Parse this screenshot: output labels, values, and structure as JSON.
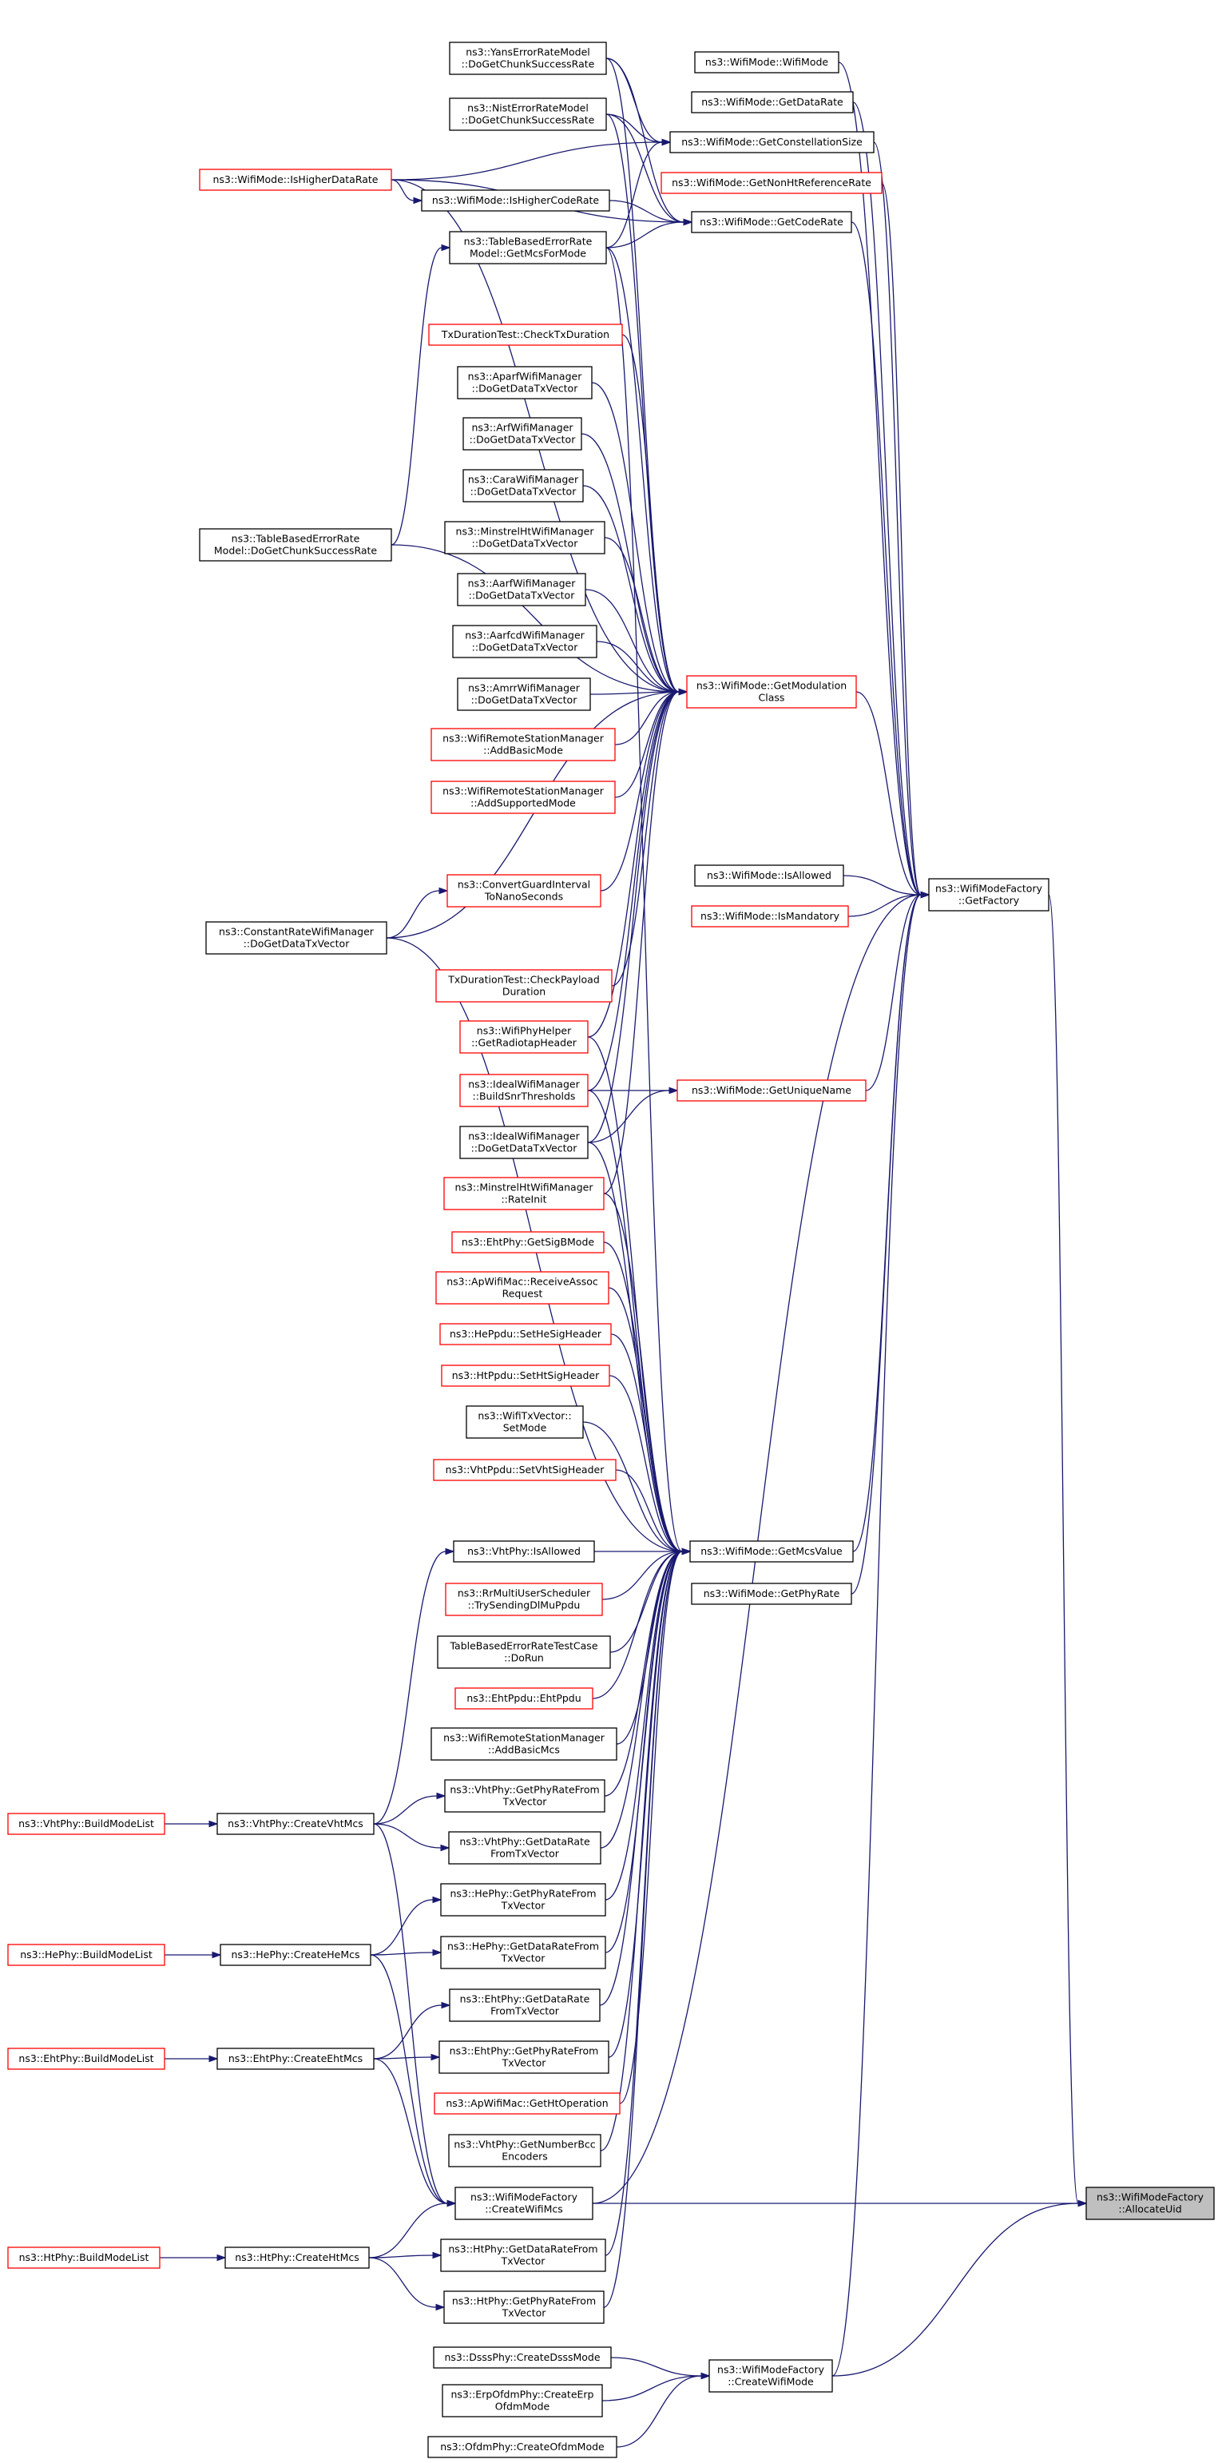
{
  "colors": {
    "edge": "#191970",
    "normal_border": "#000000",
    "incomplete_border": "#ff0000",
    "focus_fill": "#bfbfbf"
  },
  "nodes": {
    "yans": {
      "lines": [
        "ns3::YansErrorRateModel",
        "::DoGetChunkSuccessRate"
      ],
      "style": "black"
    },
    "nist": {
      "lines": [
        "ns3::NistErrorRateModel",
        "::DoGetChunkSuccessRate"
      ],
      "style": "black"
    },
    "ishigherdatarate": {
      "lines": [
        "ns3::WifiMode::IsHigherDataRate"
      ],
      "style": "red"
    },
    "ishighercoderate": {
      "lines": [
        "ns3::WifiMode::IsHigherCodeRate"
      ],
      "style": "black"
    },
    "tbgetmcsformode": {
      "lines": [
        "ns3::TableBasedErrorRate",
        "Model::GetMcsForMode"
      ],
      "style": "black"
    },
    "txdurcheck": {
      "lines": [
        "TxDurationTest::CheckTxDuration"
      ],
      "style": "red"
    },
    "aparf": {
      "lines": [
        "ns3::AparfWifiManager",
        "::DoGetDataTxVector"
      ],
      "style": "black"
    },
    "arf": {
      "lines": [
        "ns3::ArfWifiManager",
        "::DoGetDataTxVector"
      ],
      "style": "black"
    },
    "cara": {
      "lines": [
        "ns3::CaraWifiManager",
        "::DoGetDataTxVector"
      ],
      "style": "black"
    },
    "minstrelht": {
      "lines": [
        "ns3::MinstrelHtWifiManager",
        "::DoGetDataTxVector"
      ],
      "style": "black"
    },
    "aarf": {
      "lines": [
        "ns3::AarfWifiManager",
        "::DoGetDataTxVector"
      ],
      "style": "black"
    },
    "aarfcd": {
      "lines": [
        "ns3::AarfcdWifiManager",
        "::DoGetDataTxVector"
      ],
      "style": "black"
    },
    "amrr": {
      "lines": [
        "ns3::AmrrWifiManager",
        "::DoGetDataTxVector"
      ],
      "style": "black"
    },
    "tbchunk": {
      "lines": [
        "ns3::TableBasedErrorRate",
        "Model::DoGetChunkSuccessRate"
      ],
      "style": "black"
    },
    "addbasicmode": {
      "lines": [
        "ns3::WifiRemoteStationManager",
        "::AddBasicMode"
      ],
      "style": "red"
    },
    "addsupportedmode": {
      "lines": [
        "ns3::WifiRemoteStationManager",
        "::AddSupportedMode"
      ],
      "style": "red"
    },
    "convertgi": {
      "lines": [
        "ns3::ConvertGuardInterval",
        "ToNanoSeconds"
      ],
      "style": "red"
    },
    "constantrate": {
      "lines": [
        "ns3::ConstantRateWifiManager",
        "::DoGetDataTxVector"
      ],
      "style": "black"
    },
    "txdurpayload": {
      "lines": [
        "TxDurationTest::CheckPayload",
        "Duration"
      ],
      "style": "red"
    },
    "radiotap": {
      "lines": [
        "ns3::WifiPhyHelper",
        "::GetRadiotapHeader"
      ],
      "style": "red"
    },
    "idealsnr": {
      "lines": [
        "ns3::IdealWifiManager",
        "::BuildSnrThresholds"
      ],
      "style": "red"
    },
    "idealtx": {
      "lines": [
        "ns3::IdealWifiManager",
        "::DoGetDataTxVector"
      ],
      "style": "black"
    },
    "minstrelinit": {
      "lines": [
        "ns3::MinstrelHtWifiManager",
        "::RateInit"
      ],
      "style": "red"
    },
    "ehtsigb": {
      "lines": [
        "ns3::EhtPhy::GetSigBMode"
      ],
      "style": "red"
    },
    "apassoc": {
      "lines": [
        "ns3::ApWifiMac::ReceiveAssoc",
        "Request"
      ],
      "style": "red"
    },
    "hesig": {
      "lines": [
        "ns3::HePpdu::SetHeSigHeader"
      ],
      "style": "red"
    },
    "htsig": {
      "lines": [
        "ns3::HtPpdu::SetHtSigHeader"
      ],
      "style": "red"
    },
    "txvsetmode": {
      "lines": [
        "ns3::WifiTxVector::",
        "SetMode"
      ],
      "style": "black"
    },
    "vhtsig": {
      "lines": [
        "ns3::VhtPpdu::SetVhtSigHeader"
      ],
      "style": "red"
    },
    "vhtisallowed": {
      "lines": [
        "ns3::VhtPhy::IsAllowed"
      ],
      "style": "black"
    },
    "rrmulti": {
      "lines": [
        "ns3::RrMultiUserScheduler",
        "::TrySendingDlMuPpdu"
      ],
      "style": "red"
    },
    "tbtest": {
      "lines": [
        "TableBasedErrorRateTestCase",
        "::DoRun"
      ],
      "style": "black"
    },
    "ehtppdu": {
      "lines": [
        "ns3::EhtPpdu::EhtPpdu"
      ],
      "style": "red"
    },
    "addbasicmcs": {
      "lines": [
        "ns3::WifiRemoteStationManager",
        "::AddBasicMcs"
      ],
      "style": "black"
    },
    "vhtphyrate": {
      "lines": [
        "ns3::VhtPhy::GetPhyRateFrom",
        "TxVector"
      ],
      "style": "black"
    },
    "vhtdatarate": {
      "lines": [
        "ns3::VhtPhy::GetDataRate",
        "FromTxVector"
      ],
      "style": "black"
    },
    "hephyrate": {
      "lines": [
        "ns3::HePhy::GetPhyRateFrom",
        "TxVector"
      ],
      "style": "black"
    },
    "hedatarate": {
      "lines": [
        "ns3::HePhy::GetDataRateFrom",
        "TxVector"
      ],
      "style": "black"
    },
    "ehtdatarate": {
      "lines": [
        "ns3::EhtPhy::GetDataRate",
        "FromTxVector"
      ],
      "style": "black"
    },
    "ehtphyrate": {
      "lines": [
        "ns3::EhtPhy::GetPhyRateFrom",
        "TxVector"
      ],
      "style": "black"
    },
    "apht": {
      "lines": [
        "ns3::ApWifiMac::GetHtOperation"
      ],
      "style": "red"
    },
    "vhtbcc": {
      "lines": [
        "ns3::VhtPhy::GetNumberBcc",
        "Encoders"
      ],
      "style": "black"
    },
    "createwifimcs": {
      "lines": [
        "ns3::WifiModeFactory",
        "::CreateWifiMcs"
      ],
      "style": "black"
    },
    "htdatarate": {
      "lines": [
        "ns3::HtPhy::GetDataRateFrom",
        "TxVector"
      ],
      "style": "black"
    },
    "htphyrate": {
      "lines": [
        "ns3::HtPhy::GetPhyRateFrom",
        "TxVector"
      ],
      "style": "black"
    },
    "dsss": {
      "lines": [
        "ns3::DsssPhy::CreateDsssMode"
      ],
      "style": "black"
    },
    "erp": {
      "lines": [
        "ns3::ErpOfdmPhy::CreateErp",
        "OfdmMode"
      ],
      "style": "black"
    },
    "ofdm": {
      "lines": [
        "ns3::OfdmPhy::CreateOfdmMode"
      ],
      "style": "black"
    },
    "vhtbuild": {
      "lines": [
        "ns3::VhtPhy::BuildModeList"
      ],
      "style": "red"
    },
    "hebuild": {
      "lines": [
        "ns3::HePhy::BuildModeList"
      ],
      "style": "red"
    },
    "ehtbuild": {
      "lines": [
        "ns3::EhtPhy::BuildModeList"
      ],
      "style": "red"
    },
    "htbuild": {
      "lines": [
        "ns3::HtPhy::BuildModeList"
      ],
      "style": "red"
    },
    "vhtcreate": {
      "lines": [
        "ns3::VhtPhy::CreateVhtMcs"
      ],
      "style": "black"
    },
    "hecreate": {
      "lines": [
        "ns3::HePhy::CreateHeMcs"
      ],
      "style": "black"
    },
    "ehtcreate": {
      "lines": [
        "ns3::EhtPhy::CreateEhtMcs"
      ],
      "style": "black"
    },
    "htcreate": {
      "lines": [
        "ns3::HtPhy::CreateHtMcs"
      ],
      "style": "black"
    },
    "wifimode": {
      "lines": [
        "ns3::WifiMode::WifiMode"
      ],
      "style": "black"
    },
    "getdatarate": {
      "lines": [
        "ns3::WifiMode::GetDataRate"
      ],
      "style": "black"
    },
    "getconst": {
      "lines": [
        "ns3::WifiMode::GetConstellationSize"
      ],
      "style": "black"
    },
    "getnonht": {
      "lines": [
        "ns3::WifiMode::GetNonHtReferenceRate"
      ],
      "style": "red"
    },
    "getcoderate": {
      "lines": [
        "ns3::WifiMode::GetCodeRate"
      ],
      "style": "black"
    },
    "getmodclass": {
      "lines": [
        "ns3::WifiMode::GetModulation",
        "Class"
      ],
      "style": "red"
    },
    "isallowed": {
      "lines": [
        "ns3::WifiMode::IsAllowed"
      ],
      "style": "black"
    },
    "ismandatory": {
      "lines": [
        "ns3::WifiMode::IsMandatory"
      ],
      "style": "red"
    },
    "getuniquename": {
      "lines": [
        "ns3::WifiMode::GetUniqueName"
      ],
      "style": "red"
    },
    "getmcsvalue": {
      "lines": [
        "ns3::WifiMode::GetMcsValue"
      ],
      "style": "black"
    },
    "getphyrate": {
      "lines": [
        "ns3::WifiMode::GetPhyRate"
      ],
      "style": "black"
    },
    "getfactory": {
      "lines": [
        "ns3::WifiModeFactory",
        "::GetFactory"
      ],
      "style": "black"
    },
    "createwifimode": {
      "lines": [
        "ns3::WifiModeFactory",
        "::CreateWifiMode"
      ],
      "style": "black"
    },
    "allocateuid": {
      "lines": [
        "ns3::WifiModeFactory",
        "::AllocateUid"
      ],
      "style": "focus"
    }
  },
  "edges": [
    [
      "yans",
      "getconst"
    ],
    [
      "yans",
      "getcoderate"
    ],
    [
      "yans",
      "getmodclass"
    ],
    [
      "nist",
      "getconst"
    ],
    [
      "nist",
      "getcoderate"
    ],
    [
      "nist",
      "getmodclass"
    ],
    [
      "ishigherdatarate",
      "ishighercoderate"
    ],
    [
      "ishigherdatarate",
      "getconst"
    ],
    [
      "ishigherdatarate",
      "getcoderate"
    ],
    [
      "ishigherdatarate",
      "getmodclass"
    ],
    [
      "ishighercoderate",
      "getcoderate"
    ],
    [
      "tbgetmcsformode",
      "getconst"
    ],
    [
      "tbgetmcsformode",
      "getcoderate"
    ],
    [
      "tbgetmcsformode",
      "getmodclass"
    ],
    [
      "tbgetmcsformode",
      "getmcsvalue"
    ],
    [
      "tbchunk",
      "tbgetmcsformode"
    ],
    [
      "tbchunk",
      "getmodclass"
    ],
    [
      "txdurcheck",
      "getmodclass"
    ],
    [
      "aparf",
      "getmodclass"
    ],
    [
      "arf",
      "getmodclass"
    ],
    [
      "cara",
      "getmodclass"
    ],
    [
      "minstrelht",
      "getmodclass"
    ],
    [
      "aarf",
      "getmodclass"
    ],
    [
      "aarfcd",
      "getmodclass"
    ],
    [
      "amrr",
      "getmodclass"
    ],
    [
      "addbasicmode",
      "getmodclass"
    ],
    [
      "addsupportedmode",
      "getmodclass"
    ],
    [
      "convertgi",
      "getmodclass"
    ],
    [
      "constantrate",
      "convertgi"
    ],
    [
      "constantrate",
      "getmodclass"
    ],
    [
      "constantrate",
      "getmcsvalue"
    ],
    [
      "txdurpayload",
      "getmodclass"
    ],
    [
      "radiotap",
      "getmodclass"
    ],
    [
      "radiotap",
      "getmcsvalue"
    ],
    [
      "idealsnr",
      "getmodclass"
    ],
    [
      "idealsnr",
      "getuniquename"
    ],
    [
      "idealsnr",
      "getmcsvalue"
    ],
    [
      "idealtx",
      "getmodclass"
    ],
    [
      "idealtx",
      "getuniquename"
    ],
    [
      "idealtx",
      "getmcsvalue"
    ],
    [
      "minstrelinit",
      "getmodclass"
    ],
    [
      "minstrelinit",
      "getmcsvalue"
    ],
    [
      "ehtsigb",
      "getmcsvalue"
    ],
    [
      "apassoc",
      "getmcsvalue"
    ],
    [
      "hesig",
      "getmcsvalue"
    ],
    [
      "htsig",
      "getmcsvalue"
    ],
    [
      "txvsetmode",
      "getmcsvalue"
    ],
    [
      "vhtsig",
      "getmcsvalue"
    ],
    [
      "vhtisallowed",
      "getmcsvalue"
    ],
    [
      "rrmulti",
      "getmcsvalue"
    ],
    [
      "tbtest",
      "getmcsvalue"
    ],
    [
      "ehtppdu",
      "getmcsvalue"
    ],
    [
      "addbasicmcs",
      "getmcsvalue"
    ],
    [
      "vhtphyrate",
      "getmcsvalue"
    ],
    [
      "vhtdatarate",
      "getmcsvalue"
    ],
    [
      "hephyrate",
      "getmcsvalue"
    ],
    [
      "hedatarate",
      "getmcsvalue"
    ],
    [
      "ehtdatarate",
      "getmcsvalue"
    ],
    [
      "ehtphyrate",
      "getmcsvalue"
    ],
    [
      "apht",
      "getmcsvalue"
    ],
    [
      "vhtbcc",
      "getmcsvalue"
    ],
    [
      "htdatarate",
      "getmcsvalue"
    ],
    [
      "htphyrate",
      "getmcsvalue"
    ],
    [
      "vhtbuild",
      "vhtcreate"
    ],
    [
      "hebuild",
      "hecreate"
    ],
    [
      "ehtbuild",
      "ehtcreate"
    ],
    [
      "htbuild",
      "htcreate"
    ],
    [
      "vhtcreate",
      "vhtisallowed"
    ],
    [
      "vhtcreate",
      "vhtphyrate"
    ],
    [
      "vhtcreate",
      "vhtdatarate"
    ],
    [
      "vhtcreate",
      "createwifimcs"
    ],
    [
      "hecreate",
      "hephyrate"
    ],
    [
      "hecreate",
      "hedatarate"
    ],
    [
      "hecreate",
      "createwifimcs"
    ],
    [
      "ehtcreate",
      "ehtdatarate"
    ],
    [
      "ehtcreate",
      "ehtphyrate"
    ],
    [
      "ehtcreate",
      "createwifimcs"
    ],
    [
      "htcreate",
      "createwifimcs"
    ],
    [
      "htcreate",
      "htdatarate"
    ],
    [
      "htcreate",
      "htphyrate"
    ],
    [
      "dsss",
      "createwifimode"
    ],
    [
      "erp",
      "createwifimode"
    ],
    [
      "ofdm",
      "createwifimode"
    ],
    [
      "wifimode",
      "getfactory"
    ],
    [
      "getdatarate",
      "getfactory"
    ],
    [
      "getconst",
      "getfactory"
    ],
    [
      "getnonht",
      "getfactory"
    ],
    [
      "getcoderate",
      "getfactory"
    ],
    [
      "getmodclass",
      "getfactory"
    ],
    [
      "isallowed",
      "getfactory"
    ],
    [
      "ismandatory",
      "getfactory"
    ],
    [
      "getuniquename",
      "getfactory"
    ],
    [
      "getmcsvalue",
      "getfactory"
    ],
    [
      "getphyrate",
      "getfactory"
    ],
    [
      "createwifimcs",
      "getfactory"
    ],
    [
      "createwifimode",
      "getfactory"
    ],
    [
      "getfactory",
      "allocateuid"
    ],
    [
      "createwifimcs",
      "allocateuid"
    ],
    [
      "createwifimode",
      "allocateuid"
    ]
  ]
}
